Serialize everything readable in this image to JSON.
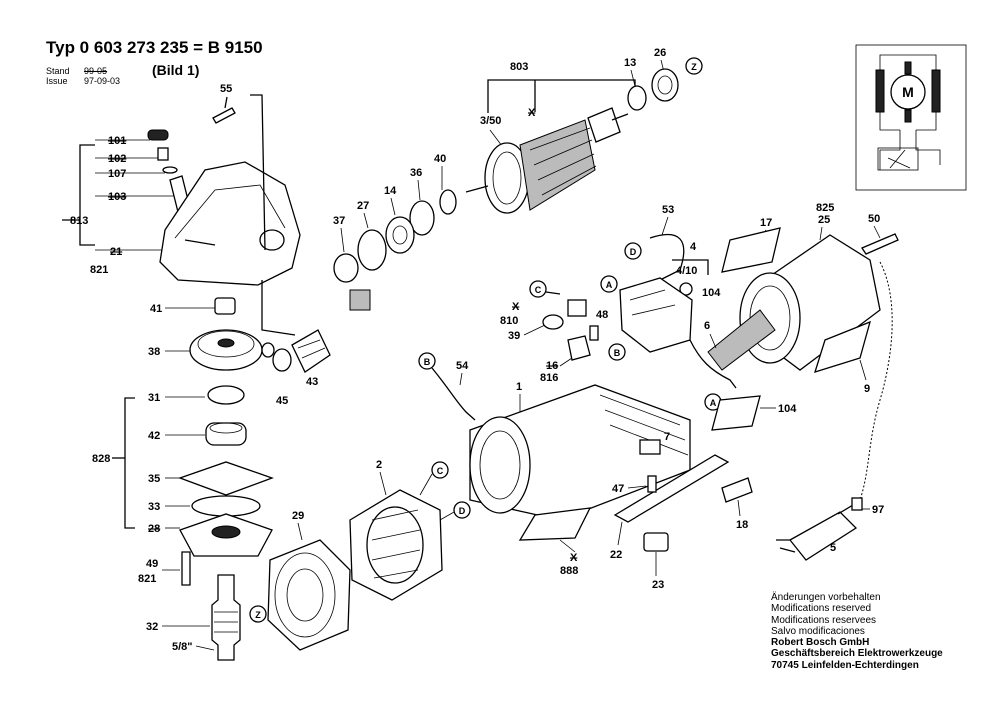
{
  "header": {
    "title": "Typ 0 603 273 235 = B 9150",
    "subtitle": "(Bild 1)",
    "stand_label": "Stand",
    "stand_value": "99-05",
    "issue_label": "Issue",
    "issue_value": "97-09-03"
  },
  "callouts": {
    "c55": "55",
    "c101": "101",
    "c102": "102",
    "c107": "107",
    "c103": "103",
    "c813": "813",
    "c21": "21",
    "c821a": "821",
    "c41": "41",
    "c38": "38",
    "c45": "45",
    "c43": "43",
    "c31": "31",
    "c42": "42",
    "c828": "828",
    "c35": "35",
    "c33": "33",
    "c28": "28",
    "c49": "49",
    "c821b": "821",
    "c32": "32",
    "c58": "5/8\"",
    "c29": "29",
    "c2": "2",
    "c803": "803",
    "c350": "3/50",
    "c13": "13",
    "c26": "26",
    "c40": "40",
    "c36": "36",
    "c14": "14",
    "c27": "27",
    "c37": "37",
    "c53": "53",
    "c4": "4",
    "c410": "4/10",
    "c104a": "104",
    "c6": "6",
    "c104b": "104",
    "c17": "17",
    "c825": "825",
    "c25": "25",
    "c50": "50",
    "c9": "9",
    "c810": "810",
    "c39": "39",
    "c48": "48",
    "c16": "16",
    "c816": "816",
    "c54": "54",
    "c1": "1",
    "c7": "7",
    "c47": "47",
    "c18": "18",
    "c22": "22",
    "c23": "23",
    "c888": "888",
    "c97": "97",
    "c5": "5",
    "motor_symbol": "M",
    "ref_A": "A",
    "ref_B": "B",
    "ref_C": "C",
    "ref_D": "D",
    "ref_Z": "Z"
  },
  "notes": {
    "line1": "Änderungen vorbehalten",
    "line2": "Modifications reserved",
    "line3": "Modifications reservees",
    "line4": "Salvo modificaciones",
    "line5": "Robert Bosch GmbH",
    "line6": "Geschäftsbereich Elektrowerkzeuge",
    "line7": "70745 Leinfelden-Echterdingen"
  }
}
